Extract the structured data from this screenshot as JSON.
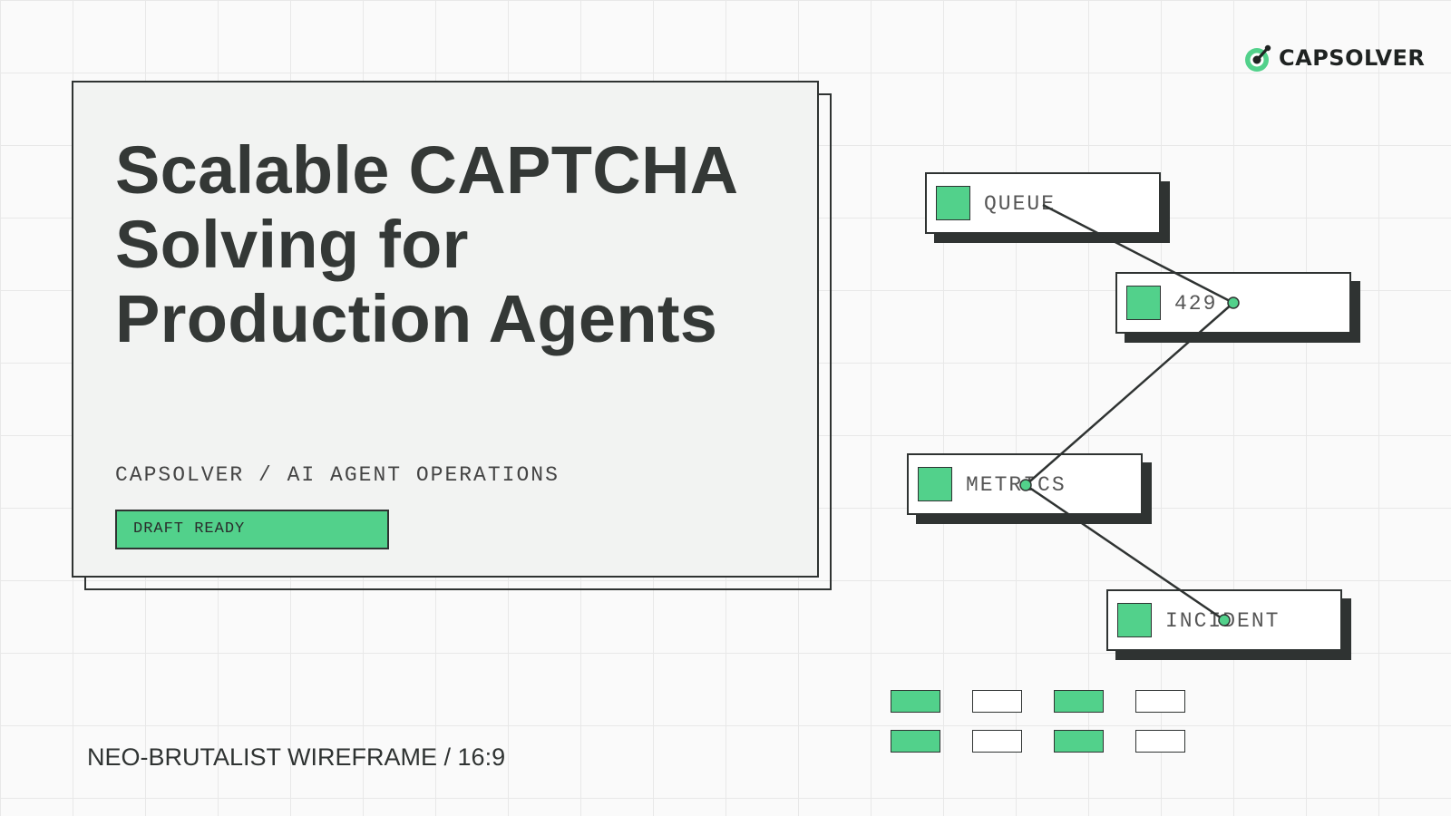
{
  "logo": {
    "text": "CAPSOLVER"
  },
  "hero": {
    "title_lines": [
      "Scalable CAPTCHA",
      "Solving for",
      "Production Agents"
    ],
    "subtitle": "CAPSOLVER / AI AGENT OPERATIONS",
    "badge": "DRAFT READY"
  },
  "footer": {
    "label": "NEO-BRUTALIST WIREFRAME / 16:9"
  },
  "nodes": [
    {
      "label": "QUEUE"
    },
    {
      "label": "429"
    },
    {
      "label": "METRICS"
    },
    {
      "label": "INCIDENT"
    }
  ],
  "grid_cells": [
    [
      true,
      false,
      true,
      false
    ],
    [
      true,
      false,
      true,
      false
    ]
  ],
  "colors": {
    "accent": "#52d18b",
    "ink": "#2f3332",
    "background": "#fafafa"
  }
}
